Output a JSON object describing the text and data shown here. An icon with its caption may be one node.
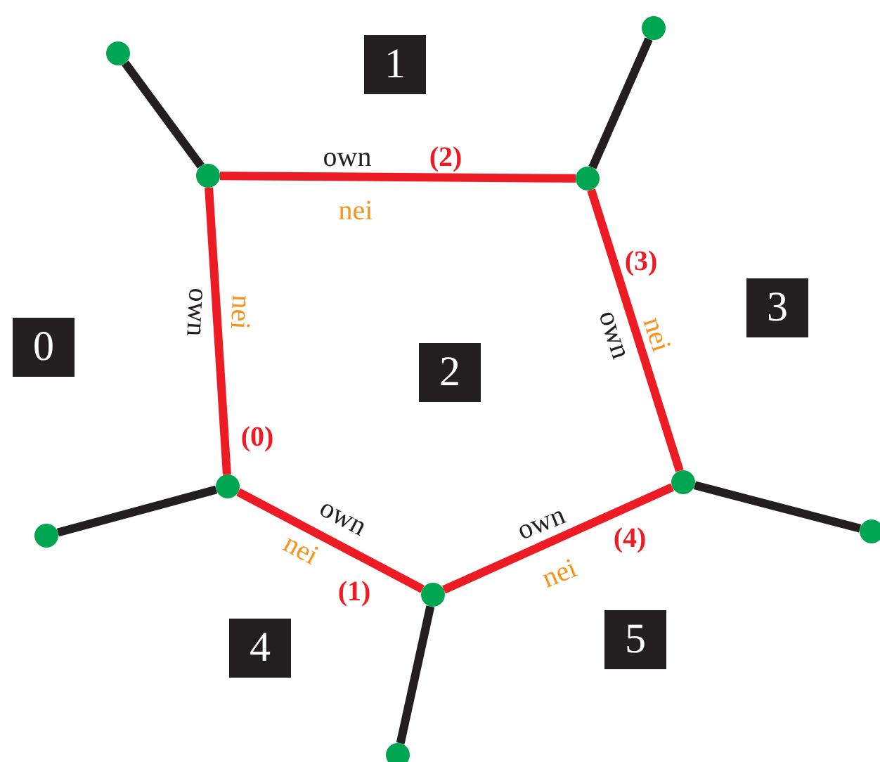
{
  "diagram": {
    "nodes": [
      {
        "text": [
          "0"
        ]
      },
      {
        "text": [
          "1"
        ]
      },
      {
        "text": [
          "2"
        ]
      },
      {
        "text": [
          "3"
        ]
      },
      {
        "text": [
          "4"
        ]
      },
      {
        "text": [
          "5"
        ]
      },
      {
        "text": [],
        "shape": "circle"
      },
      {
        "text": [],
        "shape": "circle"
      },
      {
        "text": [],
        "shape": "circle"
      },
      {
        "text": [],
        "shape": "circle"
      },
      {
        "text": [],
        "shape": "circle"
      },
      {
        "text": [],
        "shape": "circle"
      },
      {
        "text": [],
        "shape": "circle"
      },
      {
        "text": [],
        "shape": "circle"
      },
      {
        "text": [],
        "shape": "circle"
      },
      {
        "text": [],
        "shape": "circle"
      }
    ],
    "edges": [
      {
        "from": 10,
        "to": 6,
        "arrow": "none",
        "label": "(0)",
        "color": "#ed1c24"
      },
      {
        "from": 9,
        "to": 10,
        "arrow": "none",
        "label": "(1)",
        "color": "#ed1c24"
      },
      {
        "from": 6,
        "to": 7,
        "arrow": "none",
        "label": "(2)",
        "color": "#ed1c24"
      },
      {
        "from": 7,
        "to": 8,
        "arrow": "none",
        "label": "(3)",
        "color": "#ed1c24"
      },
      {
        "from": 8,
        "to": 9,
        "arrow": "none",
        "label": "(4)",
        "color": "#ed1c24"
      },
      {
        "from": 11,
        "to": 6,
        "arrow": "none",
        "color": "#231f20"
      },
      {
        "from": 12,
        "to": 7,
        "arrow": "none",
        "color": "#231f20"
      },
      {
        "from": 13,
        "to": 8,
        "arrow": "none",
        "color": "#231f20"
      },
      {
        "from": 14,
        "to": 9,
        "arrow": "none",
        "color": "#231f20"
      },
      {
        "from": 15,
        "to": 10,
        "arrow": "none",
        "color": "#231f20"
      }
    ],
    "labels": [
      "own",
      "nei",
      "own",
      "nei",
      "own",
      "nei",
      "own",
      "nei",
      "own",
      "nei"
    ]
  }
}
